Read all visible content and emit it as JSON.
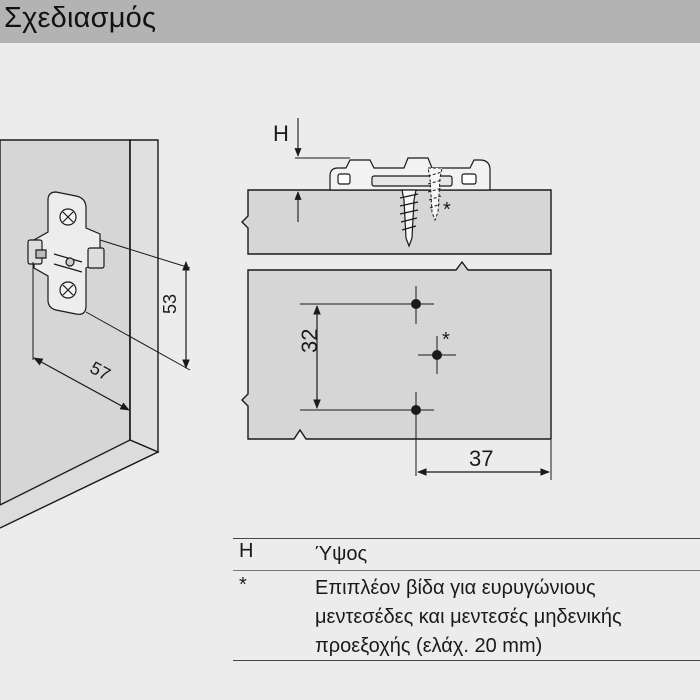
{
  "header": {
    "title": "Σχεδιασμός"
  },
  "diagram": {
    "dim_width": "57",
    "dim_height": "53",
    "dim_h": "H",
    "dim_spacing": "32",
    "dim_offset": "37",
    "asterisk": "*"
  },
  "legend": {
    "rows": [
      {
        "symbol": "H",
        "description": "Ύψος"
      },
      {
        "symbol": "*",
        "description": "Επιπλέον βίδα για ευρυγώνιους\nμεντεσέδες και μεντεσές μηδενικής\nπροεξοχής (ελάχ. 20 mm)"
      }
    ]
  },
  "colors": {
    "background": "#ececec",
    "title_bar": "#b3b3b3",
    "panel_fill": "#d6d6d6",
    "line": "#1a1a1a"
  }
}
